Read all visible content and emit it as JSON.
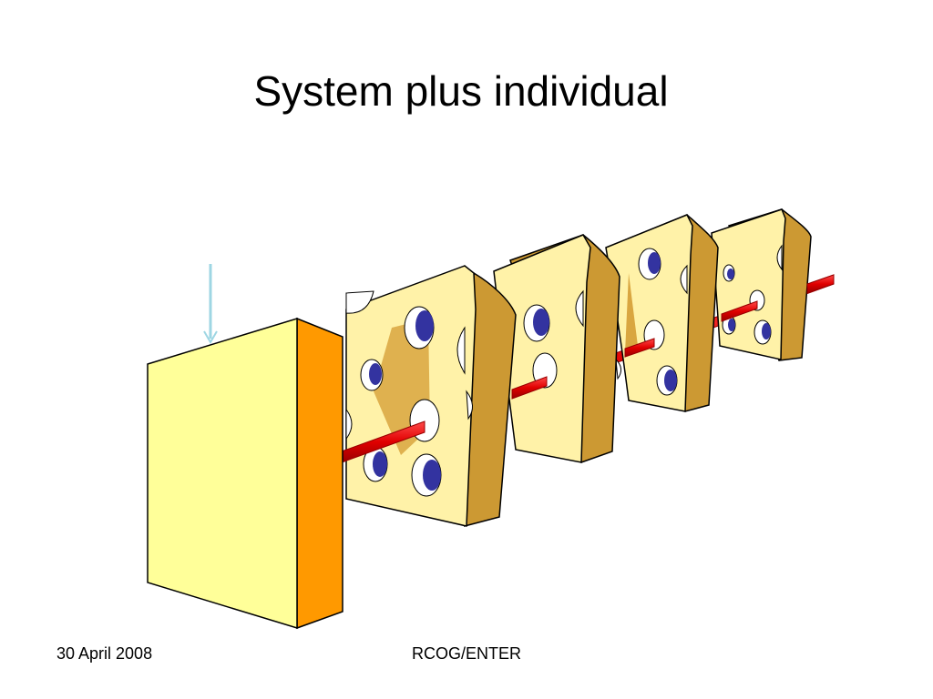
{
  "slide": {
    "title": "System plus individual",
    "footer_date": "30 April 2008",
    "footer_org": "RCOG/ENTER"
  },
  "diagram": {
    "cheese_slice_count": 4,
    "colors": {
      "cheese_face": "#FFF2A8",
      "cheese_side": "#CC9933",
      "cheese_hole_shadow": "#3333A0",
      "trajectory": "#E00000",
      "block_front": "#FFFF99",
      "block_side": "#FF9900",
      "arrow": "#9ED6E3"
    }
  }
}
